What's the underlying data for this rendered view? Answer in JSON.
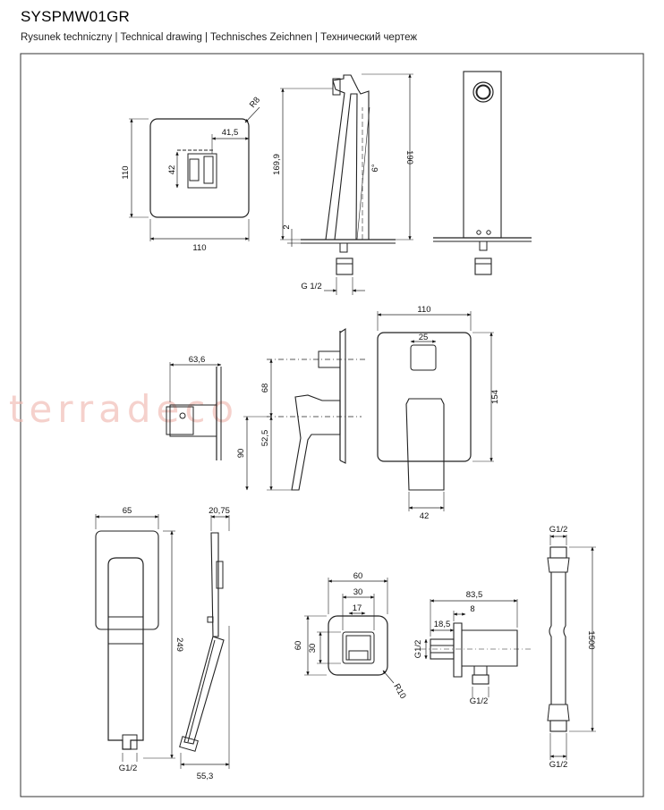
{
  "header": {
    "title": "SYSPMW01GR",
    "subtitle": "Rysunek techniczny | Technical drawing | Technisches Zeichnen | Технический чертеж"
  },
  "watermark": "terradeco",
  "dims": {
    "d110a": "110",
    "d110b": "110",
    "d41_5": "41,5",
    "d42a": "42",
    "r8": "R8",
    "d169_9": "169,9",
    "d2": "2",
    "d6deg": "6°",
    "d190": "190",
    "g12_top": "G 1/2",
    "d110c": "110",
    "d25": "25",
    "d154": "154",
    "d42b": "42",
    "d63_6": "63,6",
    "d68": "68",
    "d52_5": "52,5",
    "d90": "90",
    "d65": "65",
    "d249": "249",
    "g12_hand": "G1/2",
    "d20_75": "20,75",
    "d55_3": "55,3",
    "d60a": "60",
    "d30a": "30",
    "d17": "17",
    "d60b": "60",
    "d30b": "30",
    "r10": "R10",
    "d83_5": "83,5",
    "d8": "8",
    "d18_5": "18,5",
    "g12_elbow_side": "G1/2",
    "g12_elbow_bottom": "G1/2",
    "g12_hose_top": "G1/2",
    "d1500": "1500",
    "g12_hose_bottom": "G1/2"
  }
}
